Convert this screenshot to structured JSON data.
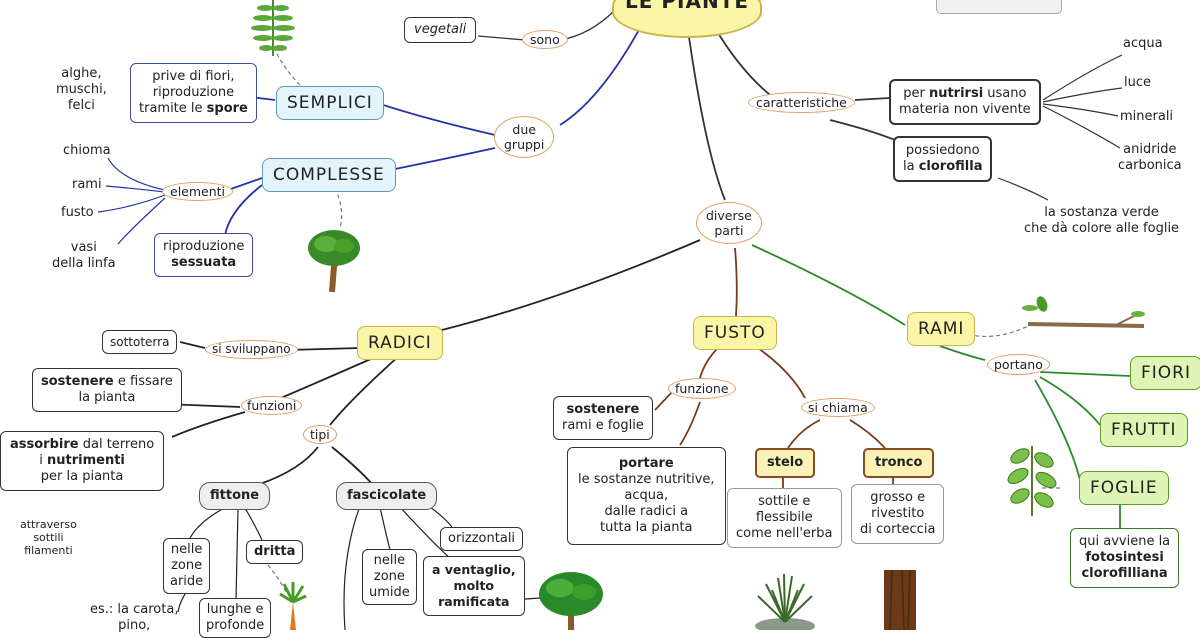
{
  "title": "LE PIANTE",
  "top_right_note": "",
  "sono": {
    "label": "sono",
    "value": "vegetali"
  },
  "due_gruppi": "due\ngruppi",
  "semplici": {
    "head": "SEMPLICI",
    "desc_a": "prive di fiori,\nriproduzione\ntramite le ",
    "desc_b": "spore",
    "examples": "alghe,\nmuschi,\nfelci"
  },
  "complesse": {
    "head": "COMPLESSE",
    "elementi": "elementi",
    "items": [
      "chioma",
      "rami",
      "fusto",
      "vasi\ndella linfa"
    ],
    "ripro_a": "riproduzione",
    "ripro_b": "sessuata"
  },
  "caratteristiche": {
    "label": "caratteristiche",
    "nutr_a": "per ",
    "nutr_b": "nutrirsi",
    "nutr_c": " usano\nmateria non vivente",
    "clor_a": "possiedono\nla ",
    "clor_b": "clorofilla",
    "materials": [
      "acqua",
      "luce",
      "minerali",
      "anidride\ncarbonica"
    ],
    "sostanza": "la sostanza verde\nche dà colore alle foglie"
  },
  "diverse_parti": "diverse\nparti",
  "radici": {
    "head": "RADICI",
    "si_sviluppano": "si sviluppano",
    "sottoterra": "sottoterra",
    "funzioni": "funzioni",
    "f1_a": "sostenere",
    "f1_b": " e fissare\nla pianta",
    "f2_a": "assorbire",
    "f2_b": " dal terreno\ni ",
    "f2_c": "nutrimenti",
    "f2_d": "\nper la pianta",
    "attraverso": "attraverso\nsottili\nfilamenti",
    "tipi": "tipi",
    "fittone": "fittone",
    "fascicolate": "fascicolate",
    "aride": "nelle\nzone\naride",
    "dritta": "dritta",
    "lunghe": "lunghe e\nprofonde",
    "es": "es.: la carota,\npino,",
    "umide": "nelle\nzone\numide",
    "ventaglio": "a ventaglio,\nmolto\nramificata",
    "orizzontali": "orizzontali"
  },
  "fusto": {
    "head": "FUSTO",
    "funzione": "funzione",
    "sost_a": "sostenere",
    "sost_b": "\nrami e foglie",
    "port_a": "portare",
    "port_b": "\nle sostanze nutritive,\nacqua,\ndalle radici a\ntutta la pianta",
    "si_chiama": "si chiama",
    "stelo": "stelo",
    "tronco": "tronco",
    "stelo_desc": "sottile e\nflessibile\ncome nell'erba",
    "tronco_desc": "grosso e\nrivestito\ndi corteccia"
  },
  "rami": {
    "head": "RAMI",
    "portano": "portano",
    "fiori": "FIORI",
    "frutti": "FRUTTI",
    "foglie": "FOGLIE",
    "foto_a": "qui avviene la\n",
    "foto_b": "fotosintesi\nclorofilliana"
  }
}
